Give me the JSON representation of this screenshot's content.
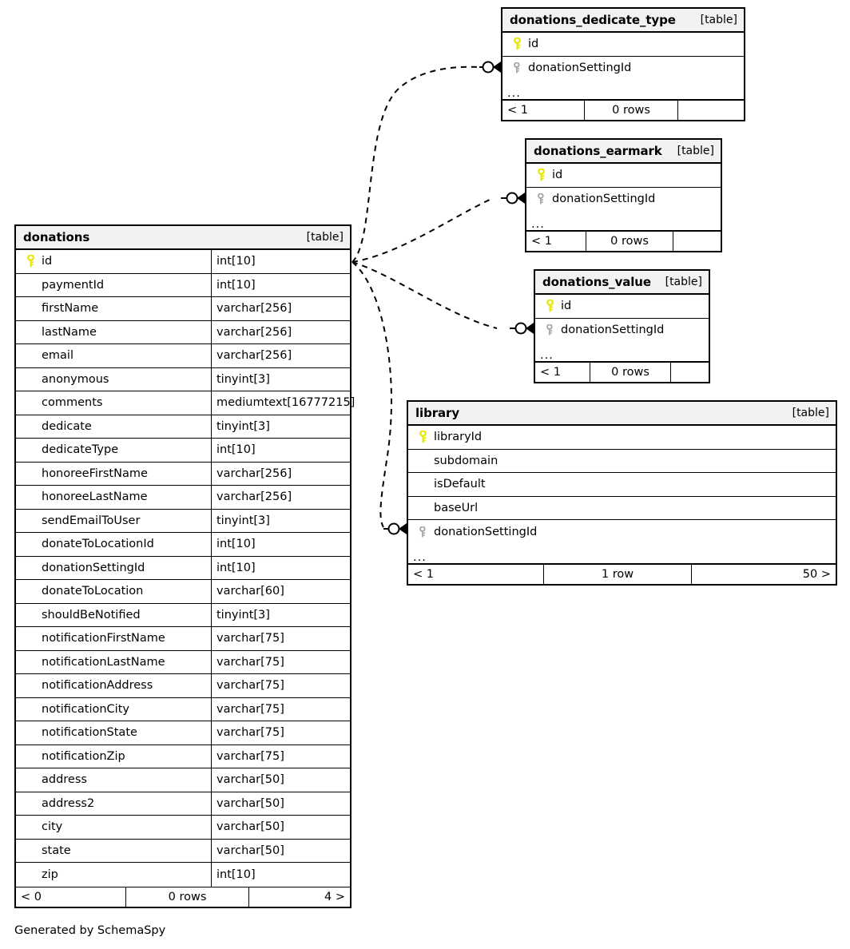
{
  "diagram": {
    "kind": "schemaspy-relationships-diagram",
    "footer_text": "Generated by SchemaSpy",
    "type_label": "[table]",
    "ellipsis": "...",
    "colors": {
      "primary_key_icon": "#e6e600",
      "foreign_key_icon": "#a6a6a6",
      "header_background": "#f2f2f2",
      "border": "#000000",
      "background": "#ffffff"
    }
  },
  "tables": {
    "donations": {
      "name": "donations",
      "type": "[table]",
      "columns": [
        {
          "key": "primary",
          "name": "id",
          "type": "int[10]"
        },
        {
          "key": "none",
          "name": "paymentId",
          "type": "int[10]"
        },
        {
          "key": "none",
          "name": "firstName",
          "type": "varchar[256]"
        },
        {
          "key": "none",
          "name": "lastName",
          "type": "varchar[256]"
        },
        {
          "key": "none",
          "name": "email",
          "type": "varchar[256]"
        },
        {
          "key": "none",
          "name": "anonymous",
          "type": "tinyint[3]"
        },
        {
          "key": "none",
          "name": "comments",
          "type": "mediumtext[16777215]"
        },
        {
          "key": "none",
          "name": "dedicate",
          "type": "tinyint[3]"
        },
        {
          "key": "none",
          "name": "dedicateType",
          "type": "int[10]"
        },
        {
          "key": "none",
          "name": "honoreeFirstName",
          "type": "varchar[256]"
        },
        {
          "key": "none",
          "name": "honoreeLastName",
          "type": "varchar[256]"
        },
        {
          "key": "none",
          "name": "sendEmailToUser",
          "type": "tinyint[3]"
        },
        {
          "key": "none",
          "name": "donateToLocationId",
          "type": "int[10]"
        },
        {
          "key": "none",
          "name": "donationSettingId",
          "type": "int[10]"
        },
        {
          "key": "none",
          "name": "donateToLocation",
          "type": "varchar[60]"
        },
        {
          "key": "none",
          "name": "shouldBeNotified",
          "type": "tinyint[3]"
        },
        {
          "key": "none",
          "name": "notificationFirstName",
          "type": "varchar[75]"
        },
        {
          "key": "none",
          "name": "notificationLastName",
          "type": "varchar[75]"
        },
        {
          "key": "none",
          "name": "notificationAddress",
          "type": "varchar[75]"
        },
        {
          "key": "none",
          "name": "notificationCity",
          "type": "varchar[75]"
        },
        {
          "key": "none",
          "name": "notificationState",
          "type": "varchar[75]"
        },
        {
          "key": "none",
          "name": "notificationZip",
          "type": "varchar[75]"
        },
        {
          "key": "none",
          "name": "address",
          "type": "varchar[50]"
        },
        {
          "key": "none",
          "name": "address2",
          "type": "varchar[50]"
        },
        {
          "key": "none",
          "name": "city",
          "type": "varchar[50]"
        },
        {
          "key": "none",
          "name": "state",
          "type": "varchar[50]"
        },
        {
          "key": "none",
          "name": "zip",
          "type": "int[10]"
        }
      ],
      "has_ellipsis": false,
      "footer": {
        "left": "< 0",
        "center": "0 rows",
        "right": "4 >"
      }
    },
    "donations_dedicate_type": {
      "name": "donations_dedicate_type",
      "type": "[table]",
      "columns": [
        {
          "key": "primary",
          "name": "id",
          "type": ""
        },
        {
          "key": "foreign",
          "name": "donationSettingId",
          "type": ""
        }
      ],
      "has_ellipsis": true,
      "footer": {
        "left": "< 1",
        "center": "0 rows",
        "right": ""
      }
    },
    "donations_earmark": {
      "name": "donations_earmark",
      "type": "[table]",
      "columns": [
        {
          "key": "primary",
          "name": "id",
          "type": ""
        },
        {
          "key": "foreign",
          "name": "donationSettingId",
          "type": ""
        }
      ],
      "has_ellipsis": true,
      "footer": {
        "left": "< 1",
        "center": "0 rows",
        "right": ""
      }
    },
    "donations_value": {
      "name": "donations_value",
      "type": "[table]",
      "columns": [
        {
          "key": "primary",
          "name": "id",
          "type": ""
        },
        {
          "key": "foreign",
          "name": "donationSettingId",
          "type": ""
        }
      ],
      "has_ellipsis": true,
      "footer": {
        "left": "< 1",
        "center": "0 rows",
        "right": ""
      }
    },
    "library": {
      "name": "library",
      "type": "[table]",
      "columns": [
        {
          "key": "primary",
          "name": "libraryId",
          "type": ""
        },
        {
          "key": "none",
          "name": "subdomain",
          "type": ""
        },
        {
          "key": "none",
          "name": "isDefault",
          "type": ""
        },
        {
          "key": "none",
          "name": "baseUrl",
          "type": ""
        },
        {
          "key": "foreign",
          "name": "donationSettingId",
          "type": ""
        }
      ],
      "has_ellipsis": true,
      "footer": {
        "left": "< 1",
        "center": "1 row",
        "right": "50 >"
      }
    }
  },
  "relationships": [
    {
      "from": "donations",
      "from_column": "id",
      "to": "donations_dedicate_type",
      "to_column": "donationSettingId",
      "style": "dashed",
      "cardinality": "one-to-many"
    },
    {
      "from": "donations",
      "from_column": "id",
      "to": "donations_earmark",
      "to_column": "donationSettingId",
      "style": "dashed",
      "cardinality": "one-to-many"
    },
    {
      "from": "donations",
      "from_column": "id",
      "to": "donations_value",
      "to_column": "donationSettingId",
      "style": "dashed",
      "cardinality": "one-to-many"
    },
    {
      "from": "donations",
      "from_column": "id",
      "to": "library",
      "to_column": "donationSettingId",
      "style": "dashed",
      "cardinality": "one-to-many"
    }
  ]
}
